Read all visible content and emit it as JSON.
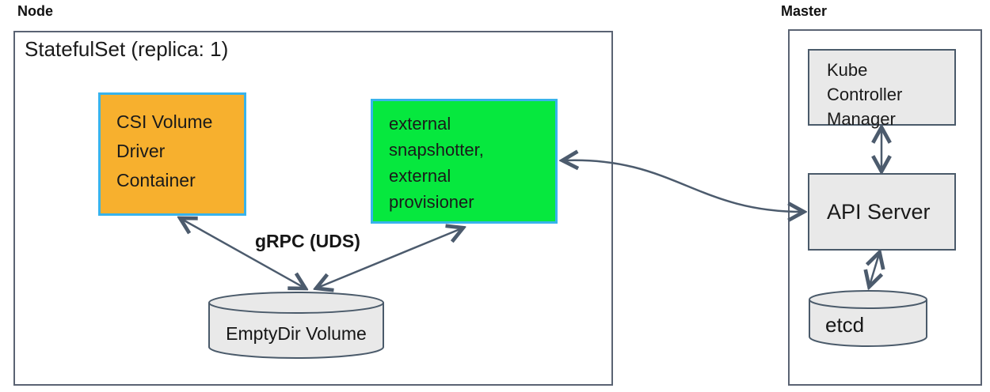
{
  "diagram": {
    "node": {
      "label": "Node",
      "statefulset_label": "StatefulSet (replica: 1)",
      "driver_container": "CSI Volume\nDriver\nContainer",
      "sidecar_container": "external\nsnapshotter,\nexternal\nprovisioner",
      "grpc_label": "gRPC (UDS)",
      "emptydir_label": "EmptyDir Volume"
    },
    "master": {
      "label": "Master",
      "kube_controller_manager": "Kube\nController\nManager",
      "api_server": "API Server",
      "etcd": "etcd"
    },
    "colors": {
      "driver_box_fill": "#f7b02e",
      "sidecar_box_fill": "#06e83e",
      "container_border_blue": "#38b3ec",
      "gray_component_fill": "#e9e9e9",
      "outline_gray": "#5a6373",
      "arrow_slate": "#4c5b6d"
    }
  }
}
